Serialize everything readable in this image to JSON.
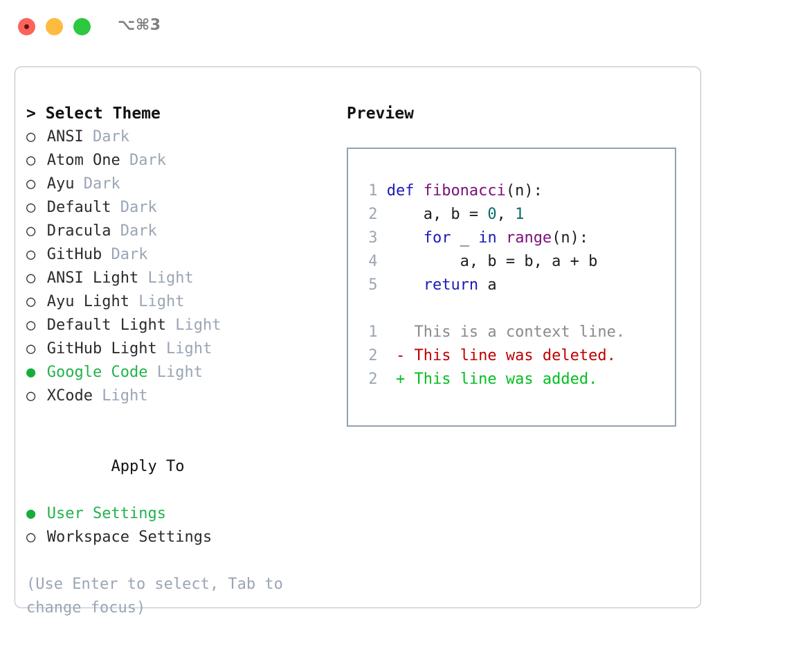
{
  "window": {
    "title": "⌥⌘3",
    "traffic_lights": [
      {
        "name": "close",
        "color": "#fc635d"
      },
      {
        "name": "minimize",
        "color": "#fdbc40"
      },
      {
        "name": "maximize",
        "color": "#2bc840"
      }
    ]
  },
  "theme_picker": {
    "header": "> Select Theme",
    "marker_selected": "●",
    "marker_unselected": "○",
    "selected_color": "#22b24c",
    "tag_color": "#9aa5b5",
    "options": [
      {
        "label": "ANSI",
        "tag": "Dark",
        "selected": false
      },
      {
        "label": "Atom One",
        "tag": "Dark",
        "selected": false
      },
      {
        "label": "Ayu",
        "tag": "Dark",
        "selected": false
      },
      {
        "label": "Default",
        "tag": "Dark",
        "selected": false
      },
      {
        "label": "Dracula",
        "tag": "Dark",
        "selected": false
      },
      {
        "label": "GitHub",
        "tag": "Dark",
        "selected": false
      },
      {
        "label": "ANSI Light",
        "tag": "Light",
        "selected": false
      },
      {
        "label": "Ayu Light",
        "tag": "Light",
        "selected": false
      },
      {
        "label": "Default Light",
        "tag": "Light",
        "selected": false
      },
      {
        "label": "GitHub Light",
        "tag": "Light",
        "selected": false
      },
      {
        "label": "Google Code",
        "tag": "Light",
        "selected": true
      },
      {
        "label": "XCode",
        "tag": "Light",
        "selected": false
      }
    ]
  },
  "apply_to": {
    "header": "Apply To",
    "options": [
      {
        "label": "User Settings",
        "tag": "",
        "selected": true
      },
      {
        "label": "Workspace Settings",
        "tag": "",
        "selected": false
      }
    ]
  },
  "hint": "(Use Enter to select, Tab to change focus)",
  "preview": {
    "title": "Preview",
    "border_color": "#94a0b0",
    "syntax_colors": {
      "keyword": "#1a1ab5",
      "function": "#7b0f7b",
      "number": "#0b6b6b",
      "plain": "#1e1e1e",
      "line_number": "#9aa5b5",
      "diff_context": "#8a8a8a",
      "diff_deleted": "#c00000",
      "diff_added": "#00bf20"
    },
    "code_lines": [
      {
        "num": "1",
        "tokens": [
          {
            "t": "def ",
            "c": "kw"
          },
          {
            "t": "fibonacci",
            "c": "fn"
          },
          {
            "t": "(n):",
            "c": "pln"
          }
        ]
      },
      {
        "num": "2",
        "tokens": [
          {
            "t": "    a, b = ",
            "c": "pln"
          },
          {
            "t": "0",
            "c": "num"
          },
          {
            "t": ", ",
            "c": "pln"
          },
          {
            "t": "1",
            "c": "num"
          }
        ]
      },
      {
        "num": "3",
        "tokens": [
          {
            "t": "    ",
            "c": "pln"
          },
          {
            "t": "for",
            "c": "kw"
          },
          {
            "t": " _ ",
            "c": "pln"
          },
          {
            "t": "in",
            "c": "kw"
          },
          {
            "t": " ",
            "c": "pln"
          },
          {
            "t": "range",
            "c": "fn"
          },
          {
            "t": "(n):",
            "c": "pln"
          }
        ]
      },
      {
        "num": "4",
        "tokens": [
          {
            "t": "        a, b = b, a + b",
            "c": "pln"
          }
        ]
      },
      {
        "num": "5",
        "tokens": [
          {
            "t": "    ",
            "c": "pln"
          },
          {
            "t": "return",
            "c": "kw"
          },
          {
            "t": " a",
            "c": "pln"
          }
        ]
      }
    ],
    "diff_lines": [
      {
        "num": "1",
        "sign": " ",
        "text": "This is a context line.",
        "kind": "diff-ctx"
      },
      {
        "num": "2",
        "sign": "-",
        "text": "This line was deleted.",
        "kind": "diff-del"
      },
      {
        "num": "2",
        "sign": "+",
        "text": "This line was added.",
        "kind": "diff-add"
      }
    ]
  }
}
